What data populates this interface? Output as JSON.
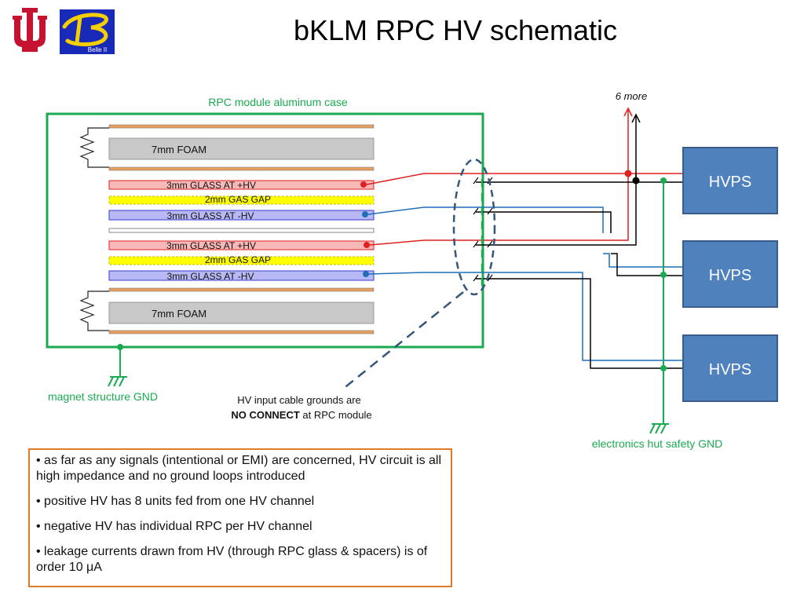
{
  "title": "bKLM RPC HV schematic",
  "logos": {
    "iu": {
      "name": "iu-trident-logo",
      "color": "#c41230"
    },
    "belle": {
      "name": "belle-ii-logo",
      "letter": "B",
      "caption": "Belle II",
      "bg": "#1a2ab8",
      "letter_color": "#f5d000"
    }
  },
  "case_label": "RPC module aluminum case",
  "layers": {
    "foam": "7mm FOAM",
    "glass_pos": "3mm GLASS AT +HV",
    "gas_gap": "2mm GAS GAP",
    "glass_neg": "3mm GLASS AT -HV"
  },
  "six_more": "6 more",
  "hvps": [
    "HVPS",
    "HVPS",
    "HVPS"
  ],
  "magnet_gnd": "magnet structure GND",
  "cable_note": {
    "line1": "HV input cable grounds are",
    "bold": "NO CONNECT",
    "rest": " at RPC module"
  },
  "hut_gnd": "electronics hut safety GND",
  "notes": [
    "• as far as any signals (intentional or EMI) are concerned, HV circuit is all high impedance and no ground loops introduced",
    "• positive HV has 8 units fed from one HV channel",
    "• negative HV has individual RPC per HV channel",
    "• leakage currents drawn from HV (through RPC glass & spacers) is of order 10 μA"
  ],
  "colors": {
    "case_green": "#1aaa50",
    "pos_red": "#e02020",
    "neg_blue": "#1f6fb8",
    "hvps_fill": "#4f81bd",
    "hvps_border": "#385d8a",
    "notes_border": "#e07b2a",
    "cable_dash": "#34567a",
    "foam_gray": "#c8c8c8",
    "glass_pos_fill": "#f7b8b8",
    "glass_neg_fill": "#b8b8f4",
    "gas_yellow": "#ffff00",
    "copper": "#e8a060"
  }
}
